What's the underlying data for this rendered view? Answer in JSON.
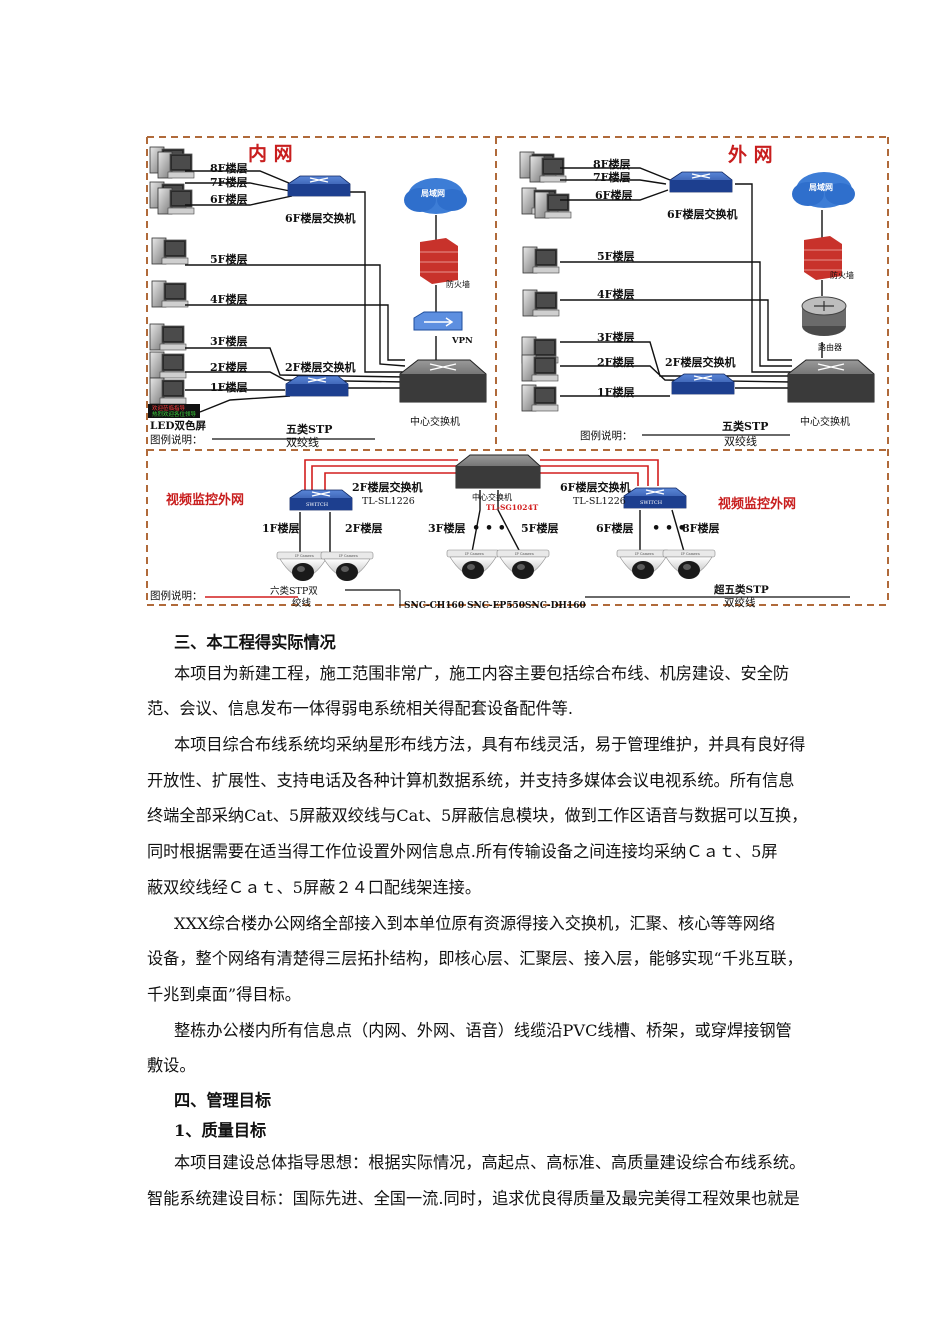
{
  "diagram": {
    "inner": {
      "title": "内 网",
      "floors": [
        "8F楼层",
        "7F楼层",
        "6F楼层",
        "5F楼层",
        "4F楼层",
        "3F楼层",
        "2F楼层",
        "1F楼层"
      ],
      "switch6": "6F楼层交换机",
      "switch2": "2F楼层交换机",
      "core": "中心交换机",
      "lan": "局域网",
      "firewall": "防火墙",
      "vpn": "VPN",
      "led": "LED双色屏",
      "led_screen_1": "欢迎莅临指导",
      "led_screen_2": "热烈欢迎各位领导",
      "legend": "图例说明：",
      "cable1": "五类STP",
      "cable2": "双绞线"
    },
    "outer": {
      "title": "外 网",
      "floors": [
        "8F楼层",
        "7F楼层",
        "6F楼层",
        "5F楼层",
        "4F楼层",
        "3F楼层",
        "2F楼层",
        "1F楼层"
      ],
      "switch6": "6F楼层交换机",
      "switch2": "2F楼层交换机",
      "core": "中心交换机",
      "lan": "局域网",
      "firewall": "防火墙",
      "router": "路由器",
      "legend": "图例说明：",
      "cable1": "五类STP",
      "cable2": "双绞线"
    },
    "video": {
      "title_left": "视频监控外网",
      "title_right": "视频监控外网",
      "core": "中心交换机",
      "core_model": "TL-SG1024T",
      "left_switch": "2F楼层交换机",
      "left_model": "TL-SL1226",
      "right_switch": "6F楼层交换机",
      "right_model": "TL-SL1226",
      "floors": [
        "1F楼层",
        "2F楼层",
        "3F楼层",
        "5F楼层",
        "6F楼层",
        "8F楼层"
      ],
      "legend": "图例说明：",
      "cable_left_1": "六类STP双",
      "cable_left_2": "绞线",
      "models": [
        "SNC-CH160",
        "SNC-EP550",
        "SNC-DH160"
      ],
      "cable_right_1": "超五类STP",
      "cable_right_2": "双绞线",
      "switch_tag": "SWITCH",
      "camera_tag": "IP Camera"
    }
  },
  "text": {
    "h3": "三、本工程得实际情况",
    "p1_l1": "本项目为新建工程，施工范围非常广，施工内容主要包括综合布线、机房建设、安全防",
    "p1_l2": "范、会议、信息发布一体得弱电系统相关得配套设备配件等.",
    "p2_l1": "本项目综合布线系统均采纳星形布线方法，具有布线灵活，易于管理维护，并具有良好得",
    "p2_l2": "开放性、扩展性、支持电话及各种计算机数据系统，并支持多媒体会议电视系统。所有信息",
    "p2_l3": "终端全部采纳Cat、5屏蔽双绞线与Cat、5屏蔽信息模块，做到工作区语音与数据可以互换，",
    "p2_l4": "同时根据需要在适当得工作位设置外网信息点.所有传输设备之间连接均采纳Ｃａｔ、5屏",
    "p2_l5": "蔽双绞线经Ｃａｔ、5屏蔽２４口配线架连接。",
    "p3_l1": "XXX综合楼办公网络全部接入到本单位原有资源得接入交换机，汇聚、核心等等网络",
    "p3_l2": "设备，整个网络有清楚得三层拓扑结构，即核心层、汇聚层、接入层，能够实现“千兆互联，",
    "p3_l3": "千兆到桌面”得目标。",
    "p4_l1": "整栋办公楼内所有信息点（内网、外网、语音）线缆沿PVC线槽、桥架，或穿焊接钢管",
    "p4_l2": "敷设。",
    "h4": "四、管理目标",
    "h4_1": "1、质量目标",
    "p5_l1": "本项目建设总体指导思想：根据实际情况，高起点、高标准、高质量建设综合布线系统。",
    "p5_l2": "智能系统建设目标：国际先进、全国一流.同时，追求优良得质量及最完美得工程效果也就是"
  }
}
